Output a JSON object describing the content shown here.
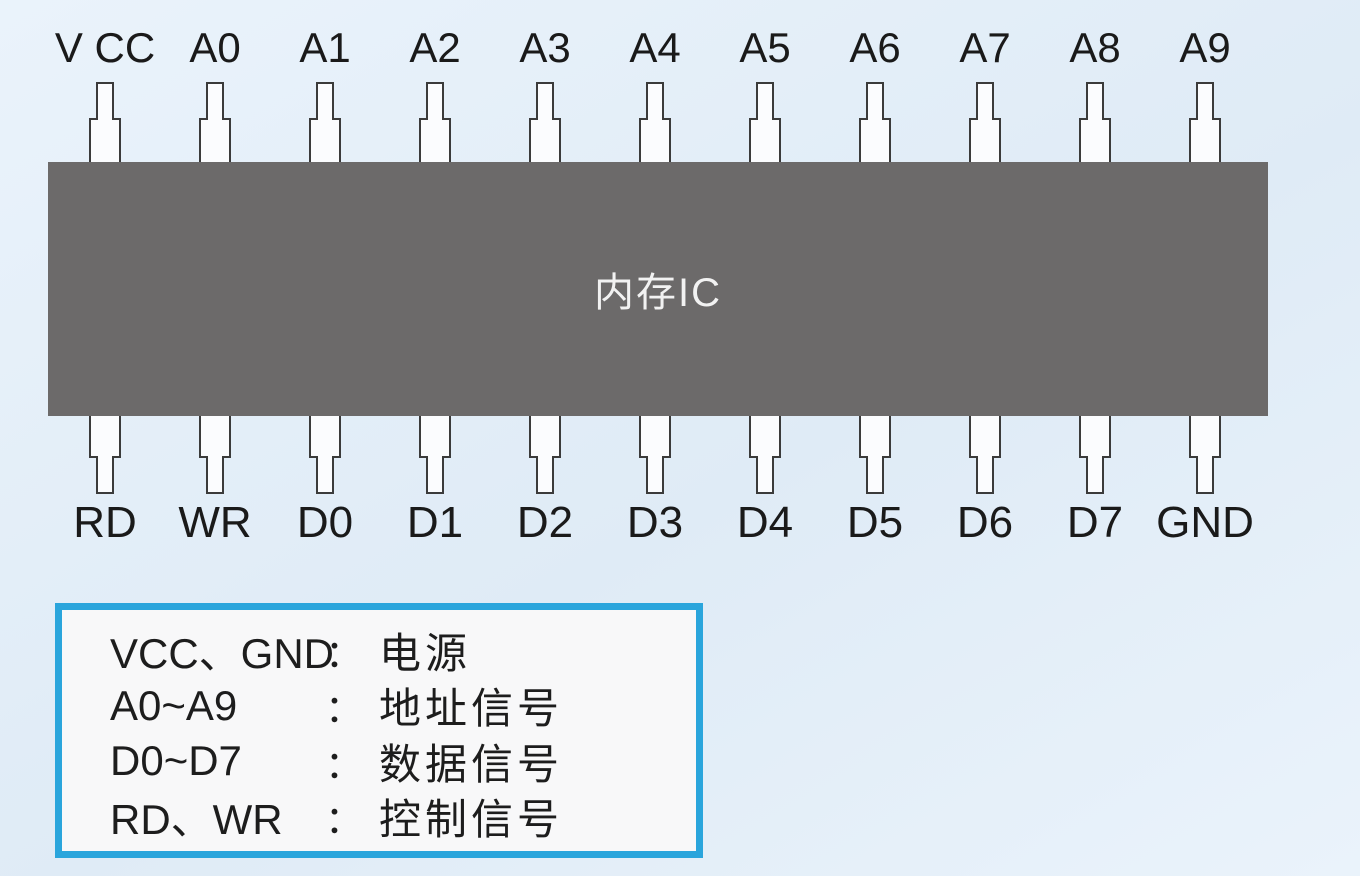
{
  "chip": {
    "label": "内存IC"
  },
  "top_pins": [
    "V CC",
    "A0",
    "A1",
    "A2",
    "A3",
    "A4",
    "A5",
    "A6",
    "A7",
    "A8",
    "A9"
  ],
  "bottom_pins": [
    "RD",
    "WR",
    "D0",
    "D1",
    "D2",
    "D3",
    "D4",
    "D5",
    "D6",
    "D7",
    "GND"
  ],
  "legend": {
    "rows": [
      {
        "label": "VCC、GND",
        "colon": "：",
        "desc": "电源"
      },
      {
        "label": "A0~A9",
        "colon": "：",
        "desc": "地址信号"
      },
      {
        "label": "D0~D7",
        "colon": "：",
        "desc": "数据信号"
      },
      {
        "label": "RD、WR",
        "colon": "：",
        "desc": "控制信号"
      }
    ]
  },
  "colors": {
    "bg_light": "#eaf3fb",
    "bg_mid": "#dfebf6",
    "chip_body": "#6c6a6a",
    "chip_text": "#f2f2f2",
    "pin_fill": "#fbfcfe",
    "pin_outline": "#3b3b3b",
    "label_text": "#1a1a1a",
    "legend_border": "#2aa5dc",
    "legend_bg": "#f8f8f9",
    "legend_text": "#1d1d1d"
  }
}
